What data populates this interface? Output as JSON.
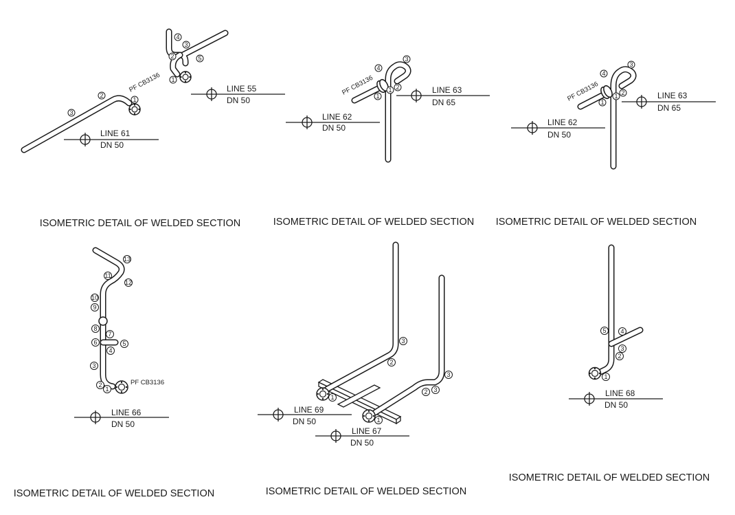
{
  "captions": [
    "ISOMETRIC DETAIL OF WELDED SECTION",
    "ISOMETRIC DETAIL OF WELDED SECTION",
    "ISOMETRIC DETAIL OF WELDED SECTION",
    "ISOMETRIC DETAIL OF WELDED SECTION",
    "ISOMETRIC DETAIL OF WELDED SECTION",
    "ISOMETRIC DETAIL OF WELDED SECTION"
  ],
  "lines": {
    "line55": {
      "name": "LINE 55",
      "size": "DN 50"
    },
    "line61": {
      "name": "LINE 61",
      "size": "DN 50"
    },
    "line62a": {
      "name": "LINE 62",
      "size": "DN 50"
    },
    "line63a": {
      "name": "LINE 63",
      "size": "DN 65"
    },
    "line62b": {
      "name": "LINE 62",
      "size": "DN 50"
    },
    "line63b": {
      "name": "LINE 63",
      "size": "DN 65"
    },
    "line66": {
      "name": "LINE 66",
      "size": "DN 50"
    },
    "line69": {
      "name": "LINE 69",
      "size": "DN 50"
    },
    "line67": {
      "name": "LINE 67",
      "size": "DN 50"
    },
    "line68": {
      "name": "LINE 68",
      "size": "DN 50"
    }
  },
  "pf_codes": {
    "d1": "PF CB3136",
    "d2": "PF CB3136",
    "d3": "PF CB3136",
    "d4": "PF CB3136"
  },
  "markers": {
    "d1": [
      "1",
      "2",
      "3",
      "4",
      "3",
      "2",
      "1",
      "5"
    ],
    "d2": [
      "4",
      "3",
      "2",
      "1",
      "1"
    ],
    "d3": [
      "4",
      "3",
      "2",
      "1",
      "1"
    ],
    "d4": [
      "13",
      "11",
      "12",
      "10",
      "9",
      "8",
      "7",
      "6",
      "5",
      "4",
      "3",
      "2",
      "1"
    ],
    "d5": [
      "3",
      "2",
      "3",
      "2",
      "3",
      "1",
      "1"
    ],
    "d6": [
      "5",
      "4",
      "3",
      "2",
      "1"
    ]
  }
}
